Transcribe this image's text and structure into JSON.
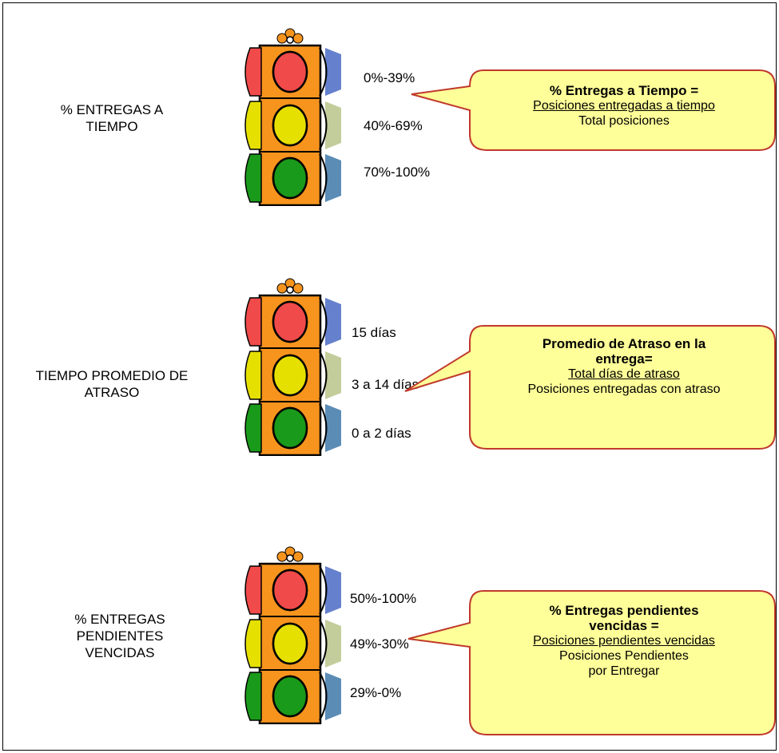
{
  "indicators": [
    {
      "label_lines": [
        "% ENTREGAS A",
        "TIEMPO"
      ],
      "ranges": [
        "0%-39%",
        "40%-69%",
        "70%-100%"
      ],
      "bubble": {
        "title_lines": [
          "% Entregas a Tiempo  ="
        ],
        "numerator": "Posiciones entregadas a tiempo",
        "denominator_lines": [
          "Total posiciones"
        ]
      }
    },
    {
      "label_lines": [
        "TIEMPO PROMEDIO DE",
        "ATRASO"
      ],
      "ranges": [
        "15 días",
        "3 a 14  días",
        "0 a 2  días"
      ],
      "bubble": {
        "title_lines": [
          "Promedio de Atraso en la",
          "entrega="
        ],
        "numerator": "Total días de atraso",
        "denominator_lines": [
          "Posiciones entregadas con atraso"
        ]
      }
    },
    {
      "label_lines": [
        "% ENTREGAS",
        "PENDIENTES",
        "VENCIDAS"
      ],
      "ranges": [
        "50%-100%",
        "49%-30%",
        "29%-0%"
      ],
      "bubble": {
        "title_lines": [
          "% Entregas pendientes",
          "vencidas ="
        ],
        "numerator": "Posiciones pendientes vencidas",
        "denominator_lines": [
          "Posiciones Pendientes",
          "por Entregar"
        ]
      }
    }
  ],
  "colors": {
    "housing": "#f7941d",
    "red": "#f04a4a",
    "yellow": "#e6e000",
    "green": "#1a9a1a",
    "bubble_fill": "#ffff99",
    "bubble_stroke": "#c0392b"
  }
}
